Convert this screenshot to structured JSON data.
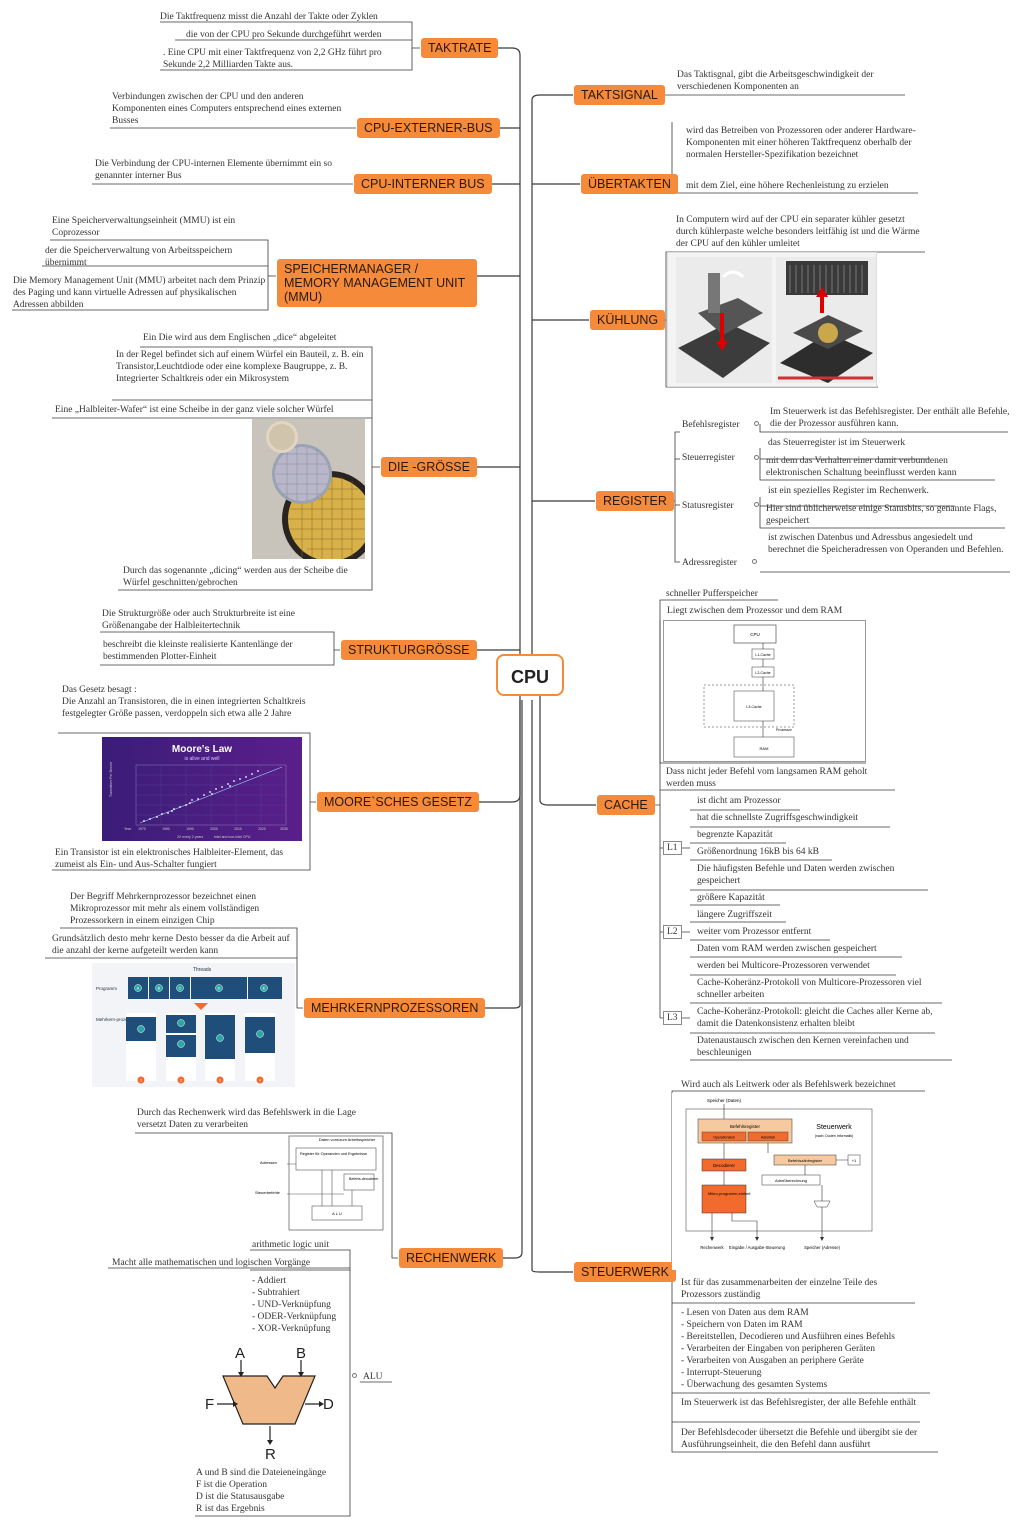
{
  "central": "CPU",
  "topics": {
    "taktrate": "TAKTRATE",
    "cpu_extern": "CPU-EXTERNER-BUS",
    "cpu_intern": "CPU-INTERNER BUS",
    "mmu": "SPEICHERMANAGER / MEMORY MANAGEMENT UNIT (MMU)",
    "die": "DIE -GRÖSSE",
    "struktur": "STRUKTURGRÖSSE",
    "moore": "MOORE`SCHES GESETZ",
    "mehrkern": "MEHRKERNPROZESSOREN",
    "rechenwerk": "RECHENWERK",
    "taktsignal": "TAKTSIGNAL",
    "uebertakten": "ÜBERTAKTEN",
    "kuehlung": "KÜHLUNG",
    "register": "REGISTER",
    "cache": "CACHE",
    "steuerwerk": "STEUERWERK"
  },
  "taktrate": [
    "Die Taktfrequenz misst die Anzahl der Takte oder Zyklen",
    "die von der CPU pro Sekunde durchgeführt werden",
    ". Eine CPU mit einer Taktfrequenz von 2,2 GHz führt pro Sekunde 2,2 Milliarden Takte aus."
  ],
  "cpu_extern": "Verbindungen zwischen der CPU und den anderen Komponenten eines Computers entsprechend eines externen Busses",
  "cpu_intern": "Die Verbindung der CPU-internen Elemente übernimmt ein so genannter interner Bus",
  "mmu": [
    "Eine Speicherverwaltungseinheit (MMU) ist ein Coprozessor",
    "der die Speicherverwaltung von Arbeitsspeichern übernimmt",
    "Die Memory Management Unit (MMU) arbeitet nach dem Prinzip des Paging und kann virtuelle Adressen auf physikalischen Adressen abbilden"
  ],
  "die": [
    "Ein Die wird aus dem Englischen  „dice“  abgeleitet",
    "In der Regel befindet sich auf einem Würfel ein Bauteil, z. B. ein Transistor,Leuchtdiode oder eine komplexe Baugruppe, z. B. Integrierter Schaltkreis oder ein Mikrosystem",
    "Eine „Halbleiter-Wafer“ ist eine Scheibe in der ganz viele solcher Würfel",
    "Durch das sogenannte „dicing“  werden aus der Scheibe die Würfel geschnitten/gebrochen"
  ],
  "struktur": [
    "Die Strukturgröße oder auch Strukturbreite  ist eine Größenangabe der Halbleitertechnik",
    "beschreibt die kleinste realisierte Kantenlänge der bestimmenden Plotter-Einheit"
  ],
  "moore": {
    "intro": "Das Gesetz besagt :\nDie Anzahl an Transistoren, die in einen integrierten Schaltkreis festgelegter Größe passen, verdoppeln sich etwa alle 2 Jahre",
    "image_title": "Moore's Law",
    "image_sub": "is alive and well",
    "image_ylabel": "Transistors Per Device",
    "image_xlabel": "Year",
    "image_ticks": [
      "1970",
      "1980",
      "1990",
      "2000",
      "2010",
      "2020",
      "2030"
    ],
    "image_legend_1": "2X every 2 years",
    "image_legend_2": "Intel and non-Intel CPU",
    "footer": "Ein Transistor ist ein elektronisches Halbleiter-Element, das zumeist als Ein- und Aus-Schalter  fungiert"
  },
  "mehrkern": {
    "intro": "Der Begriff Mehrkernprozessor bezeichnet einen Mikroprozessor mit mehr als einem vollständigen Prozessorkern in einem einzigen Chip",
    "note": "Grundsätzlich desto mehr kerne Desto besser da die Arbeit auf die anzahl der kerne aufgeteilt werden kann",
    "img_threads": "Threads",
    "img_programm": "Programm",
    "img_mehrkern": "Mehrkern-prozessor",
    "img_letters": [
      "A",
      "B",
      "C",
      "D",
      "E"
    ],
    "img_cores": [
      "1",
      "2",
      "3",
      "4"
    ]
  },
  "rechenwerk": {
    "intro": "Durch das Rechenwerk wird das Befehlswerk in die Lage versetzt Daten zu verarbeiten",
    "diag_top": "Daten vom/zum Arbeitsspeicher",
    "diag_reg": "Register für Operanden und Ergebnisse",
    "diag_adr": "Adressen",
    "diag_steuer": "Steuerbefehle",
    "diag_dec": "Befehls-decodierer",
    "diag_alu": "A L U",
    "alu_label": "ALU",
    "alu_items": [
      "arithmetic logic unit",
      "Macht alle mathematischen und logischen Vorgänge",
      "- Addiert\n- Subtrahiert\n- UND-Verknüpfung\n- ODER-Verknüpfung\n- XOR-Verknüpfung"
    ],
    "alu_img": {
      "a": "A",
      "b": "B",
      "f": "F",
      "d": "D",
      "r": "R"
    },
    "alu_caption": "A und B sind die Dateieneingänge\nF ist die Operation\nD ist die Statusausgabe\nR ist das Ergebnis"
  },
  "taktsignal": "Das Taktisgnal, gibt die Arbeitsgeschwindigkeit der verschiedenen Komponenten an",
  "uebertakten": [
    "wird das Betreiben von Prozessoren oder anderer Hardware-Komponenten mit einer höheren Taktfrequenz oberhalb der normalen Hersteller-Spezifikation bezeichnet",
    "mit dem Ziel, eine höhere Rechenleistung zu erzielen"
  ],
  "kuehlung": "In Computern wird  auf der CPU ein separater kühler gesetzt durch kühlerpaste welche besonders leitfähig ist und die Wärme der CPU auf den kühler umleitet",
  "register": {
    "befehl": {
      "label": "Befehlsregister",
      "items": [
        "Im Steuerwerk ist das Befehlsregister. Der enthält alle Befehle, die der Prozessor ausführen kann."
      ]
    },
    "steuer": {
      "label": "Steuerregister",
      "items": [
        "das Steuerregister ist im Steuerwerk",
        "mit dem das Verhalten einer damit verbundenen elektronischen Schaltung beeinflusst werden kann"
      ]
    },
    "status": {
      "label": "Statusregister",
      "items": [
        "ist ein spezielles Register im Rechenwerk.",
        "Hier sind üblicherweise einige Statusbits, so genannte Flags, gespeichert"
      ]
    },
    "adress": {
      "label": "Adressregister",
      "items": [
        "ist zwischen Datenbus und Adressbus angesiedelt und berechnet die Speicheradressen von Operanden und Befehlen."
      ]
    }
  },
  "cache": {
    "items": [
      "schneller Pufferspeicher",
      "Liegt zwischen dem Prozessor und dem RAM",
      "Dass nicht jeder Befehl vom langsamen RAM geholt werden muss"
    ],
    "diag": {
      "cpu": "CPU",
      "l1": "L1-Cache",
      "l2": "L2-Cache",
      "l3": "L3-Cache",
      "proc": "Prozessor",
      "ram": "RAM"
    },
    "l1": {
      "label": "L1",
      "items": [
        "ist dicht am Prozessor",
        "hat die schnellste Zugriffsgeschwindigkeit",
        "begrenzte Kapazität",
        "Größenordnung 16kB bis 64 kB",
        "Die häufigsten Befehle und Daten werden zwischen gespeichert"
      ]
    },
    "l2": {
      "label": "L2",
      "items": [
        "größere Kapazität",
        "längere Zugriffszeit",
        "weiter vom Prozessor entfernt",
        "Daten vom RAM werden zwischen gespeichert"
      ]
    },
    "l3": {
      "label": "L3",
      "items": [
        "werden bei Multicore-Prozessoren verwendet",
        "Cache-Koheränz-Protokoll von Multicore-Prozessoren viel schneller arbeiten",
        "Cache-Koheränz-Protokoll: gleicht die Caches aller Kerne ab, damit die Datenkonsistenz erhalten bleibt",
        "Datenaustausch zwischen den Kernen vereinfachen und beschleunigen"
      ]
    }
  },
  "steuerwerk": {
    "intro": "Wird auch als Leitwerk oder als Befehlswerk bezeichnet",
    "diag": {
      "speicher_daten": "Speicher (Daten)",
      "title": "Steuerwerk",
      "sub": "(nach: Duden Informatik)",
      "befehlsregister": "Befehlsregister",
      "opteil": "Operationsteil",
      "adrteil": "Adreßteil",
      "decodierer": "Decodierer",
      "bzr": "Befehlszählregister",
      "plus": "+1",
      "adrber": "Adreßberechnung",
      "mikro": "Mikro-programm-einheit",
      "rechenwerk": "Rechenwerk",
      "eingabe": "Eingabe / Ausgabe-Steuerung",
      "speicher_adr": "Speicher (Adresse)"
    },
    "items": [
      "Ist für das zusammenarbeiten der einzelne Teile des Prozessors zuständig",
      "- Lesen von Daten aus dem RAM\n- Speichern von Daten im RAM\n- Bereitstellen, Decodieren und Ausführen eines Befehls\n- Verarbeiten der Eingaben von peripheren Geräten\n- Verarbeiten von Ausgaben an periphere Geräte\n- Interrupt-Steuerung\n- Überwachung des gesamten Systems",
      "Im Steuerwerk ist das Befehlsregister, der alle Befehle enthält",
      "Der Befehlsdecoder übersetzt die Befehle und übergibt sie der Ausführungseinheit, die den Befehl dann ausführt"
    ]
  },
  "colors": {
    "topic": "#f58a3a",
    "line": "#3a3a3a",
    "text": "#333333"
  }
}
